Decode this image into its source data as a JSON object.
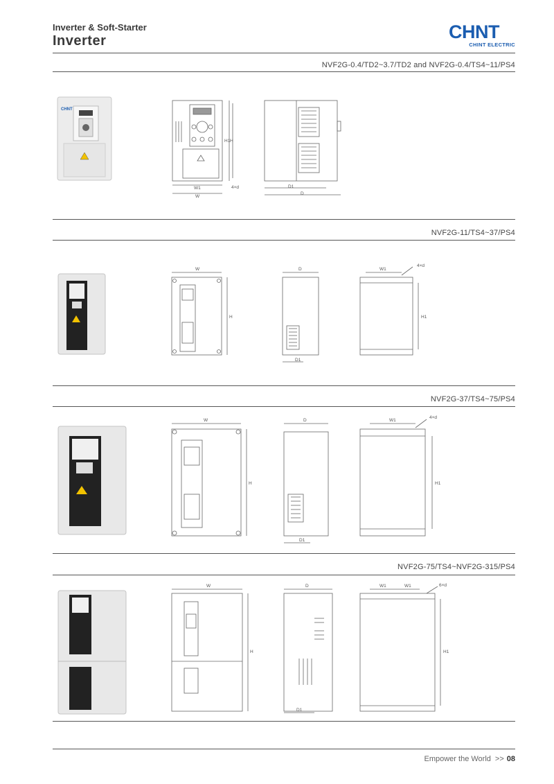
{
  "header": {
    "category": "Inverter & Soft-Starter",
    "title": "Inverter",
    "logo_text": "CHNT",
    "logo_subtext": "CHINT ELECTRIC"
  },
  "sections": [
    {
      "model": "NVF2G-0.4/TD2~3.7/TD2 and NVF2G-0.4/TS4~11/PS4",
      "front_labels": {
        "w": "W",
        "w1": "W1",
        "h": "H",
        "h1": "H1",
        "holes": "4×d"
      },
      "side_labels": {
        "d": "D",
        "d1": "D1"
      }
    },
    {
      "model": "NVF2G-11/TS4~37/PS4",
      "front_labels": {
        "w": "W",
        "h": "H"
      },
      "side_labels": {
        "d": "D",
        "d1": "D1"
      },
      "rear_labels": {
        "w1": "W1",
        "h1": "H1",
        "holes": "4×d"
      }
    },
    {
      "model": "NVF2G-37/TS4~75/PS4",
      "front_labels": {
        "w": "W",
        "h": "H"
      },
      "side_labels": {
        "d": "D",
        "d1": "D1"
      },
      "rear_labels": {
        "w1": "W1",
        "h1": "H1",
        "holes": "4×d"
      }
    },
    {
      "model": "NVF2G-75/TS4~NVF2G-315/PS4",
      "front_labels": {
        "w": "W",
        "h": "H"
      },
      "side_labels": {
        "d": "D",
        "d1": "D1"
      },
      "rear_labels": {
        "w1a": "W1",
        "w1b": "W1",
        "h1": "H1",
        "holes": "6×d"
      }
    }
  ],
  "footer": {
    "slogan": "Empower the World",
    "separator": ">>",
    "page": "08"
  },
  "colors": {
    "brand": "#1b5db0",
    "rule": "#555555",
    "drawing": "#666666"
  }
}
